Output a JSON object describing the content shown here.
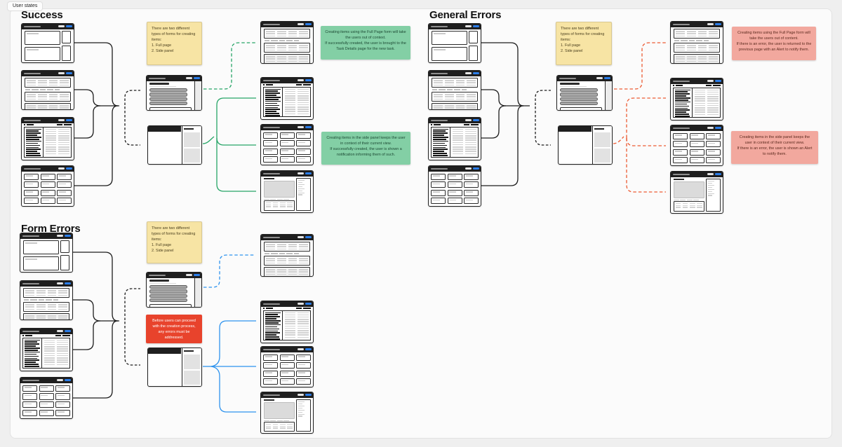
{
  "page": {
    "tab_label": "User states"
  },
  "colors": {
    "accent_blue": "#2B7DE9",
    "frame_dark": "#1F1F1F",
    "connector_black": "#1C1C1C",
    "success_green": "#27A567",
    "error_red": "#EC5B33",
    "form_blue": "#2E93EE"
  },
  "sections": {
    "success": {
      "title": "Success",
      "notes": {
        "forms": {
          "bg": "#F7E4A4",
          "fg": "#4A3F1E",
          "text": "There are two different types of forms for creating items:\n1. Full page\n2. Side panel"
        },
        "full_page": {
          "bg": "#83CFA5",
          "fg": "#1D4A34",
          "text": "Creating items using the Full Page form will take the users out of context.\nIf successfully created, the user is brought to the Task Details page for the new task."
        },
        "side_panel": {
          "bg": "#83CFA5",
          "fg": "#1D4A34",
          "text": "Creating items in the side panel keeps the user in context of their current view.\nIf successfully created, the user is shown a notification informing them of such."
        }
      }
    },
    "general_errors": {
      "title": "General Errors",
      "notes": {
        "forms": {
          "bg": "#F7E4A4",
          "fg": "#4A3F1E",
          "text": "There are two different types of forms for creating items:\n1. Full page\n2. Side panel"
        },
        "full_page": {
          "bg": "#F2A89E",
          "fg": "#5D2B1F",
          "text": "Creating items using the Full Page form will take the users out of content.\nIf there is an error, the user is returned to the previous page with an Alert to notify them."
        },
        "side_panel": {
          "bg": "#F2A89E",
          "fg": "#5D2B1F",
          "text": "Creating items in the side panel keeps the user in context of their current view.\nIf there is an error, the user is shown an Alert to notify them."
        }
      }
    },
    "form_errors": {
      "title": "Form Errors",
      "notes": {
        "forms": {
          "bg": "#F7E4A4",
          "fg": "#4A3F1E",
          "text": "There are two different types of forms for creating items:\n1. Full page\n2. Side panel"
        },
        "blocking": {
          "bg": "#E8432C",
          "fg": "#FFFFFF",
          "text": "Before users can proceed with the creation process, any errors must be addressed."
        }
      }
    }
  }
}
